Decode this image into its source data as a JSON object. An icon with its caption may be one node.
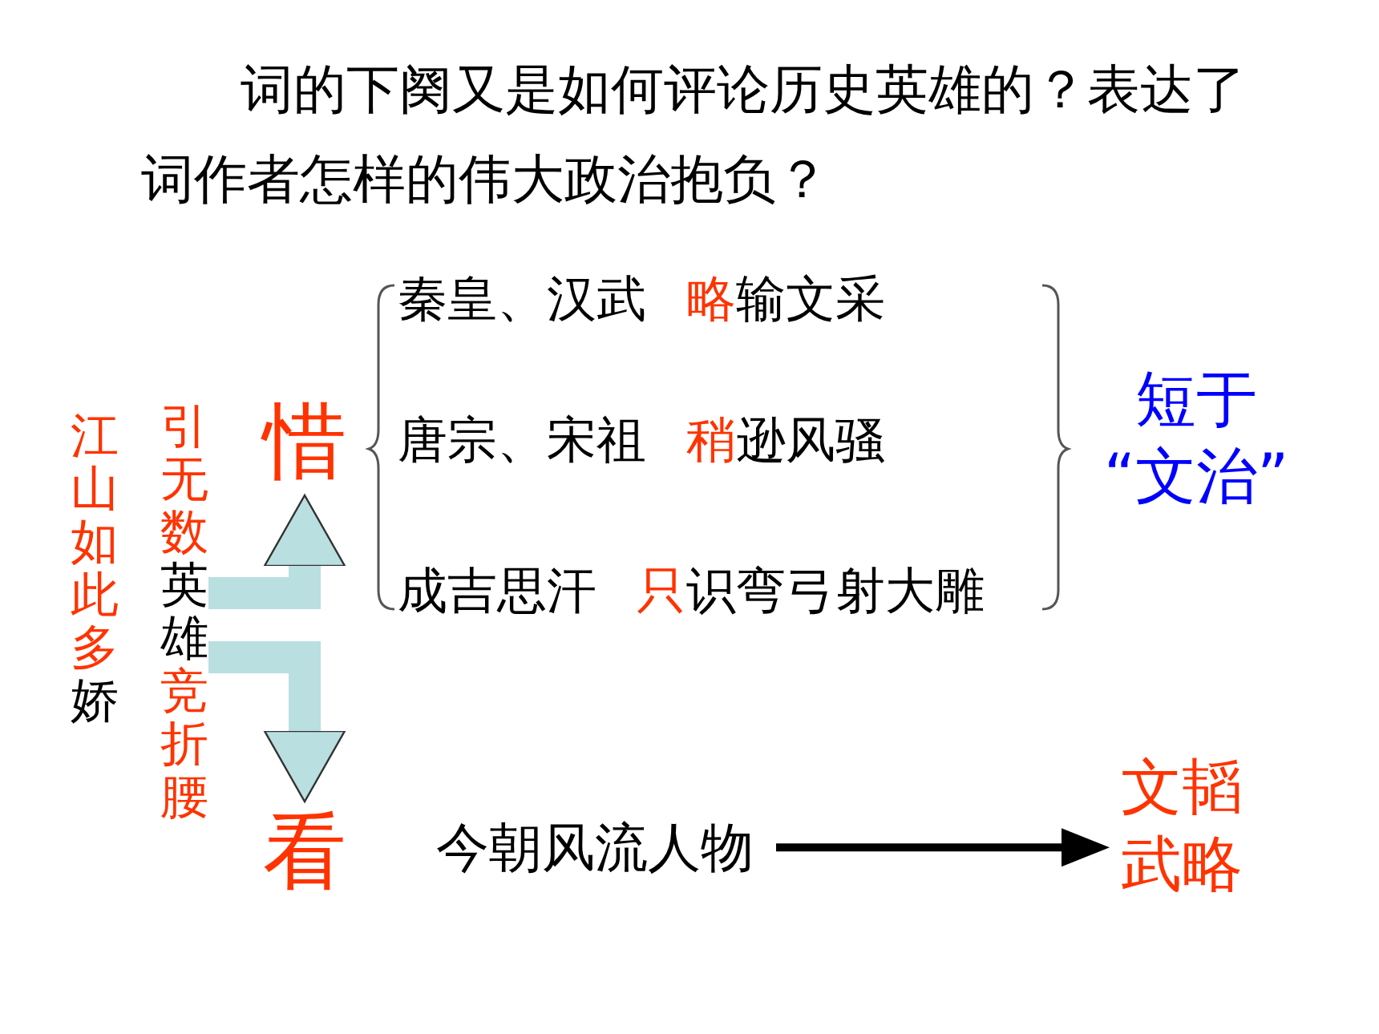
{
  "diagram": {
    "title": "词的下阕又是如何评论历史英雄的？表达了词作者怎样的伟大政治抱负？",
    "nodes": [
      {
        "text": [
          "江山如此多娇"
        ]
      },
      {
        "text": [
          "引无数英雄竞折腰"
        ]
      },
      {
        "text": [
          "惜"
        ]
      },
      {
        "text": [
          "看"
        ]
      },
      {
        "text": [
          "秦皇、汉武 略输文采"
        ]
      },
      {
        "text": [
          "唐宗、宋祖 稍逊风骚"
        ]
      },
      {
        "text": [
          "成吉思汗 只识弯弓射大雕"
        ]
      },
      {
        "text": [
          "短于“文治”"
        ]
      },
      {
        "text": [
          "今朝风流人物"
        ]
      },
      {
        "text": [
          "文韬武略"
        ]
      }
    ],
    "edges": [
      {
        "from": 1,
        "to": 2,
        "arrow": "to",
        "color": "#b9dfe1"
      },
      {
        "from": 1,
        "to": 3,
        "arrow": "to",
        "color": "#b9dfe1"
      },
      {
        "from": 8,
        "to": 9,
        "arrow": "to",
        "color": "#000000"
      }
    ]
  }
}
